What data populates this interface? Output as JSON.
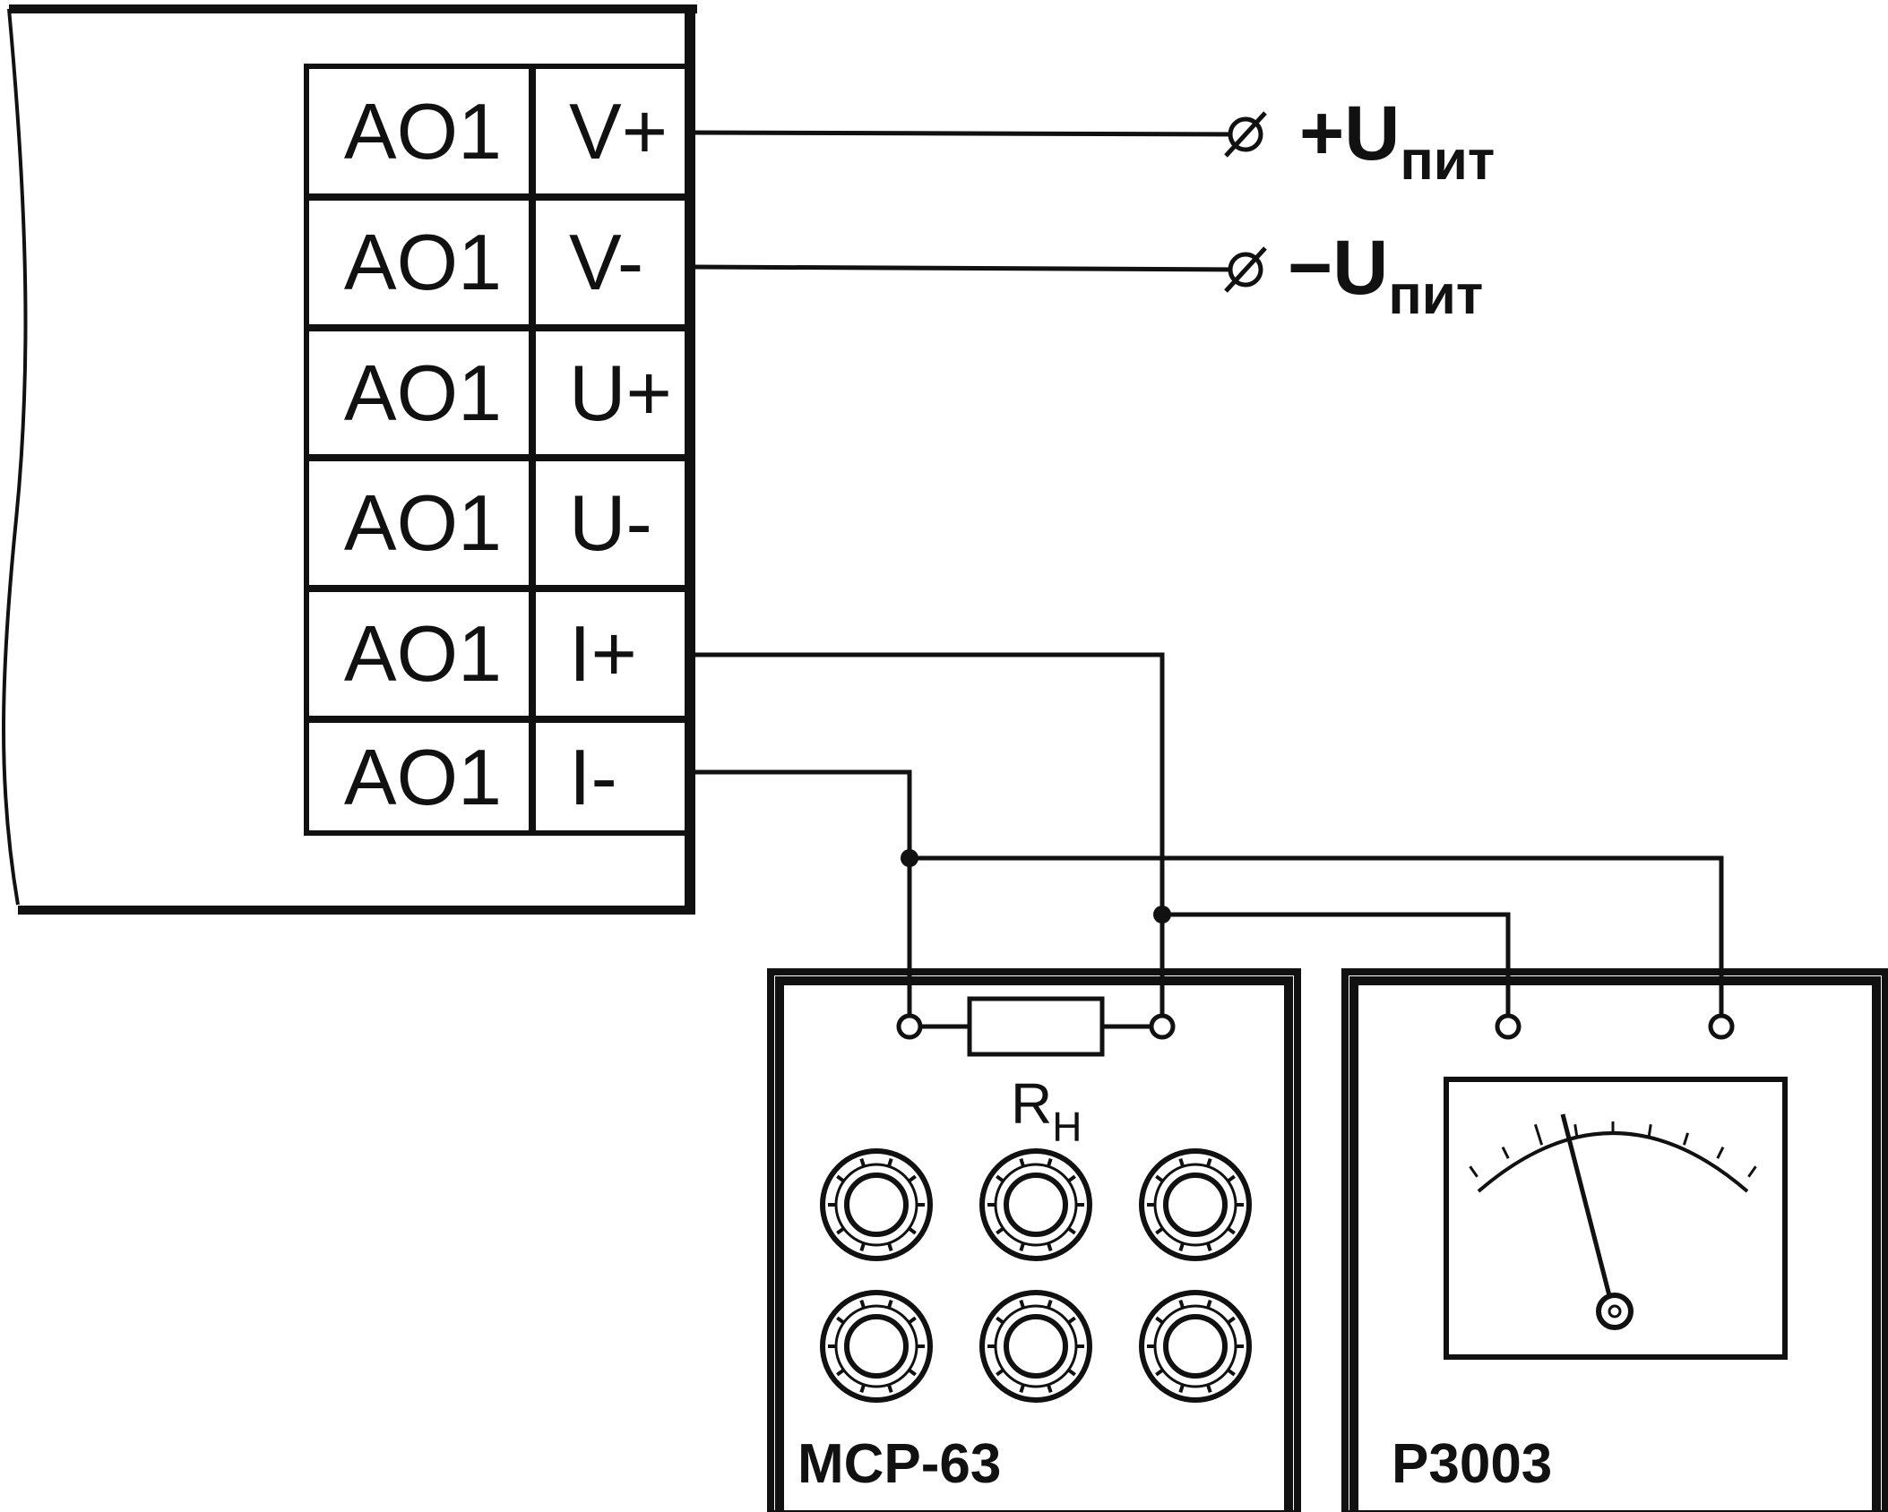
{
  "module": {
    "terminals": [
      {
        "channel": "AO1",
        "pin": "V+"
      },
      {
        "channel": "AO1",
        "pin": "V-"
      },
      {
        "channel": "AO1",
        "pin": "U+"
      },
      {
        "channel": "AO1",
        "pin": "U-"
      },
      {
        "channel": "AO1",
        "pin": "I+"
      },
      {
        "channel": "AO1",
        "pin": "I-"
      }
    ]
  },
  "power": {
    "plus": {
      "sign": "+",
      "symbol": "U",
      "subscript": "пит"
    },
    "minus": {
      "sign": "−",
      "symbol": "U",
      "subscript": "пит"
    }
  },
  "resistor_box": {
    "label": "МСР-63",
    "resistor": {
      "symbol": "R",
      "subscript": "Н"
    }
  },
  "meter": {
    "label": "Р3003"
  }
}
